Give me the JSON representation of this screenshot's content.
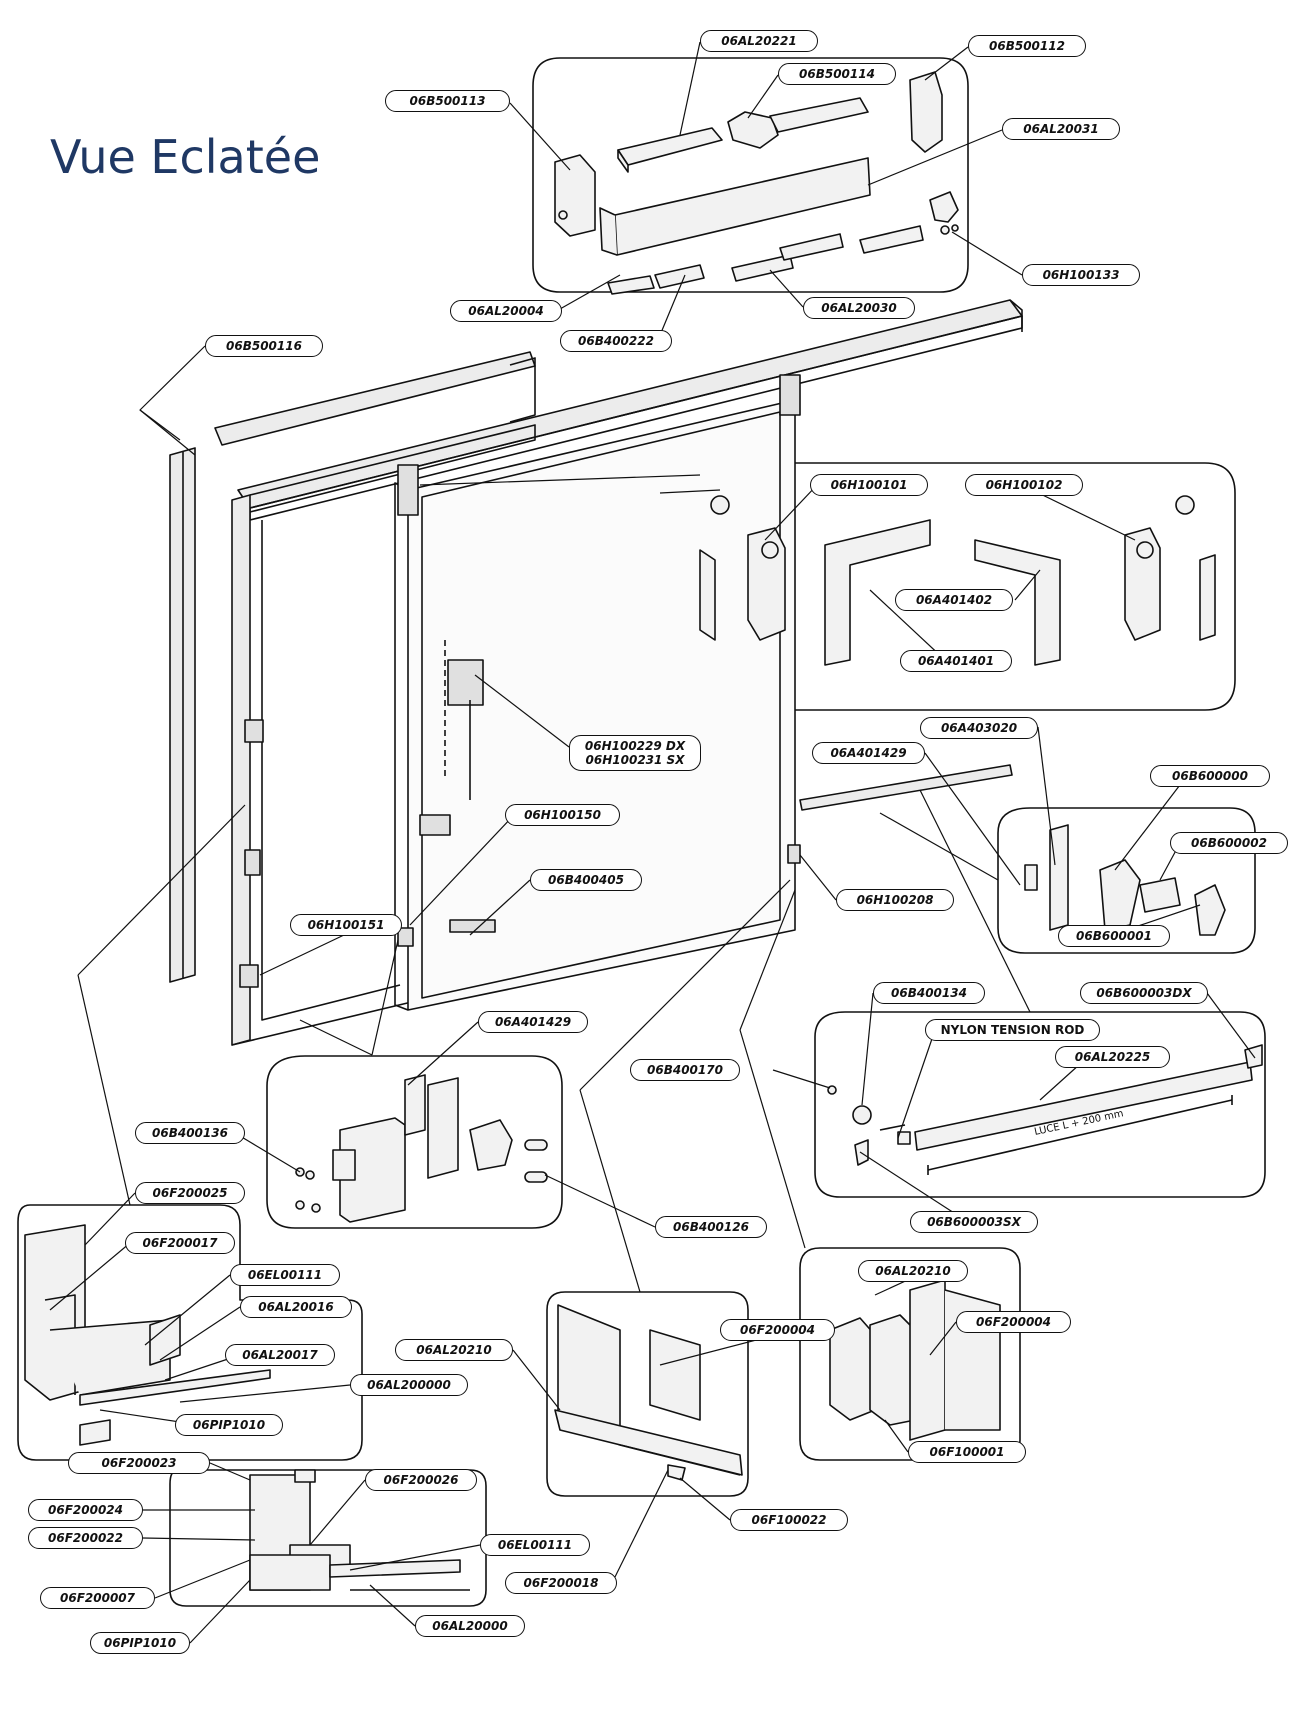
{
  "title": "Vue Eclatée",
  "colors": {
    "title": "#1f3864",
    "line": "#111111",
    "part_fill": "#e6e6e6"
  },
  "callouts": [
    {
      "id": "c1",
      "text": "06AL20221"
    },
    {
      "id": "c2",
      "text": "06B500112"
    },
    {
      "id": "c3",
      "text": "06B500114"
    },
    {
      "id": "c4",
      "text": "06B500113"
    },
    {
      "id": "c5",
      "text": "06AL20031"
    },
    {
      "id": "c6",
      "text": "06H100133"
    },
    {
      "id": "c7",
      "text": "06AL20004"
    },
    {
      "id": "c8",
      "text": "06AL20030"
    },
    {
      "id": "c9",
      "text": "06B400222"
    },
    {
      "id": "c10",
      "text": "06B500116"
    },
    {
      "id": "c11",
      "text": "06H100101"
    },
    {
      "id": "c12",
      "text": "06H100102"
    },
    {
      "id": "c13",
      "text": "06A401402"
    },
    {
      "id": "c14",
      "text": "06A401401"
    },
    {
      "id": "c15",
      "lines": [
        "06H100229 DX",
        "06H100231 SX"
      ]
    },
    {
      "id": "c16",
      "text": "06A403020"
    },
    {
      "id": "c17",
      "text": "06A401429"
    },
    {
      "id": "c18",
      "text": "06B600000"
    },
    {
      "id": "c19",
      "text": "06H100150"
    },
    {
      "id": "c20",
      "text": "06B600002"
    },
    {
      "id": "c21",
      "text": "06B400405"
    },
    {
      "id": "c22",
      "text": "06H100208"
    },
    {
      "id": "c23",
      "text": "06H100151"
    },
    {
      "id": "c24",
      "text": "06B600001"
    },
    {
      "id": "c25",
      "text": "06B400134"
    },
    {
      "id": "c26",
      "text": "06B600003DX"
    },
    {
      "id": "c27",
      "text": "06A401429"
    },
    {
      "id": "c28",
      "text": "NYLON TENSION ROD"
    },
    {
      "id": "c29",
      "text": "06AL20225"
    },
    {
      "id": "c30",
      "text": "06B400170"
    },
    {
      "id": "c31",
      "text": "06B400136"
    },
    {
      "id": "c32",
      "text": "06F200025"
    },
    {
      "id": "c33",
      "text": "06B400126"
    },
    {
      "id": "c34",
      "text": "06B600003SX"
    },
    {
      "id": "c35",
      "text": "06F200017"
    },
    {
      "id": "c36",
      "text": "06AL20210"
    },
    {
      "id": "c37",
      "text": "06EL00111"
    },
    {
      "id": "c38",
      "text": "06AL20016"
    },
    {
      "id": "c39",
      "text": "06F200004"
    },
    {
      "id": "c40",
      "text": "06F200004"
    },
    {
      "id": "c41",
      "text": "06AL20017"
    },
    {
      "id": "c42",
      "text": "06AL20210"
    },
    {
      "id": "c43",
      "text": "06AL200000"
    },
    {
      "id": "c44",
      "text": "06PIP1010"
    },
    {
      "id": "c45",
      "text": "06F100001"
    },
    {
      "id": "c46",
      "text": "06F200023"
    },
    {
      "id": "c47",
      "text": "06F200026"
    },
    {
      "id": "c48",
      "text": "06F200024"
    },
    {
      "id": "c49",
      "text": "06F100022"
    },
    {
      "id": "c50",
      "text": "06F200022"
    },
    {
      "id": "c51",
      "text": "06EL00111"
    },
    {
      "id": "c52",
      "text": "06F200018"
    },
    {
      "id": "c53",
      "text": "06F200007"
    },
    {
      "id": "c54",
      "text": "06AL20000"
    },
    {
      "id": "c55",
      "text": "06PIP1010"
    }
  ],
  "dimension_note": "LUCE L + 200 mm"
}
